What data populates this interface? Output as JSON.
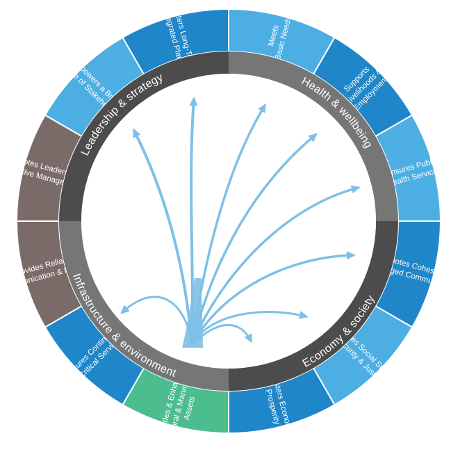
{
  "diagram": {
    "colors": {
      "outer_stroke": "#ffffff",
      "arrow": "#7ec0e6",
      "inner_fill": "#ffffff"
    },
    "goals": [
      {
        "lines": [
          "Meets",
          "Basic Needs"
        ],
        "color": "#4daee3"
      },
      {
        "lines": [
          "Supports",
          "Livelihoods &",
          "Employment"
        ],
        "color": "#1f86c9"
      },
      {
        "lines": [
          "Ensures Public",
          "Health Services"
        ],
        "color": "#4daee3"
      },
      {
        "lines": [
          "Promotes Cohesive &",
          "Engaged Communities"
        ],
        "color": "#1f86c9"
      },
      {
        "lines": [
          "Ensures Social Stability",
          "Security & Justice"
        ],
        "color": "#4daee3"
      },
      {
        "lines": [
          "Fosters Economic",
          "Prosperity"
        ],
        "color": "#1f86c9"
      },
      {
        "lines": [
          "Provides & Enhances",
          "Natural & Manmade",
          "Assets"
        ],
        "color": "#4bbd8f"
      },
      {
        "lines": [
          "Ensures Continuity",
          "of Critical Services"
        ],
        "color": "#1f86c9"
      },
      {
        "lines": [
          "Provides Reliable",
          "Communication & Mobility"
        ],
        "color": "#7a6b68"
      },
      {
        "lines": [
          "Promotes Leadership &",
          "Effective Management"
        ],
        "color": "#7a6b68"
      },
      {
        "lines": [
          "Empowers a Broad",
          "Range of Stakeholders"
        ],
        "color": "#4daee3"
      },
      {
        "lines": [
          "Fosters Long-Term",
          "& Integrated Planning"
        ],
        "color": "#1f86c9"
      }
    ],
    "dimensions": [
      {
        "label": "Health & wellbeing",
        "color": "#767676"
      },
      {
        "label": "Economy & society",
        "color": "#4c4c4c"
      },
      {
        "label": "Infrastructure & environment",
        "color": "#767676"
      },
      {
        "label": "Leadership & strategy",
        "color": "#4c4c4c"
      }
    ]
  }
}
